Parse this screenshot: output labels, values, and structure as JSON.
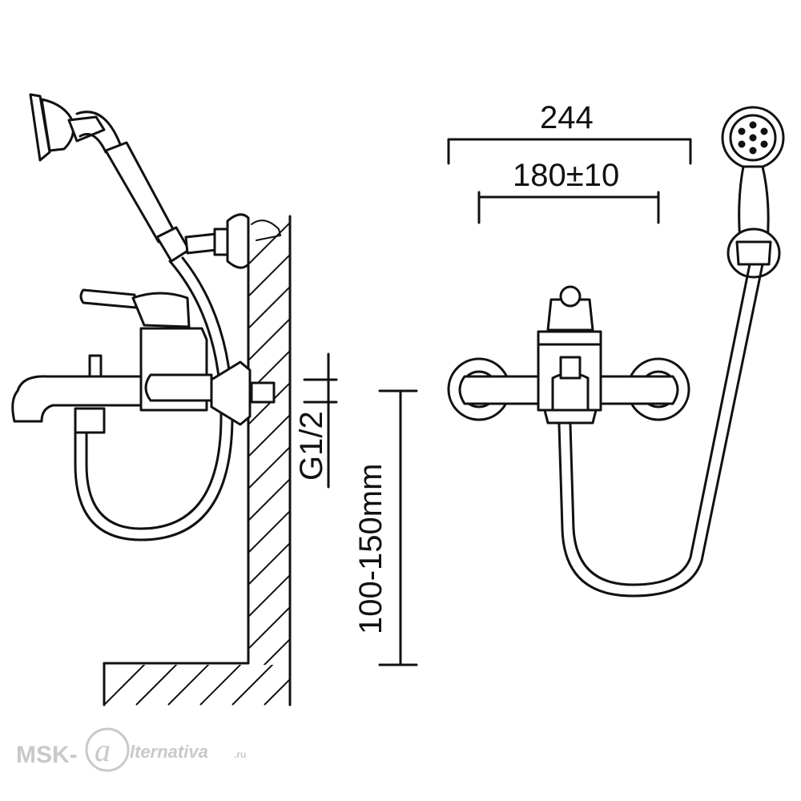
{
  "dimensions": {
    "total_width": "244",
    "center_distance": "180±10",
    "thread": "G1/2",
    "height_range": "100-150mm"
  },
  "watermark": {
    "brand_left": "MSK-",
    "brand_right": "lternativa",
    "domain_suffix": ".ru"
  },
  "colors": {
    "line": "#111111",
    "watermark": "#c9c9c9"
  }
}
